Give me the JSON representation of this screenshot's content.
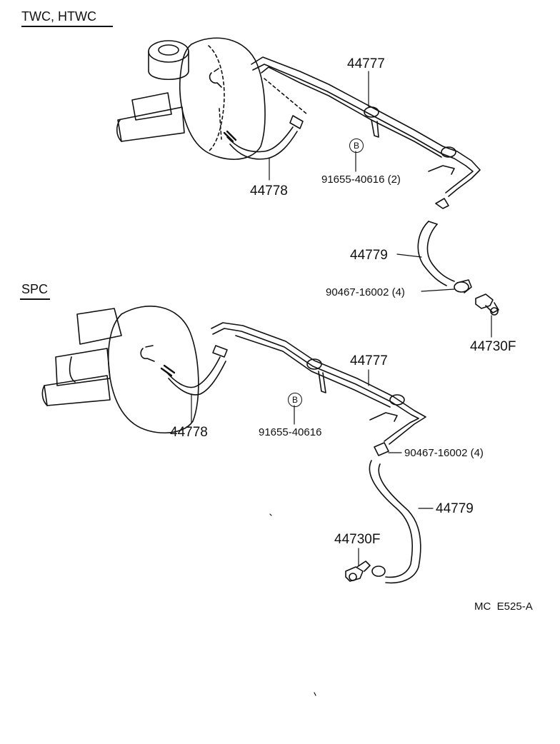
{
  "sections": [
    {
      "title": "TWC, HTWC"
    },
    {
      "title": "SPC"
    }
  ],
  "top": {
    "pipe_label": "44777",
    "hose_left_label": "44778",
    "clamp_symbol": "B",
    "clamp_label": "91655-40616 (2)",
    "hose_right_label": "44779",
    "clip_label": "90467-16002 (4)",
    "valve_label": "44730F"
  },
  "bottom": {
    "pipe_label": "44777",
    "hose_left_label": "44778",
    "clamp_symbol": "B",
    "clamp_label": "91655-40616",
    "clip_label": "90467-16002 (4)",
    "hose_right_label": "44779",
    "valve_label": "44730F"
  },
  "footer_code": "MC  E525-A"
}
